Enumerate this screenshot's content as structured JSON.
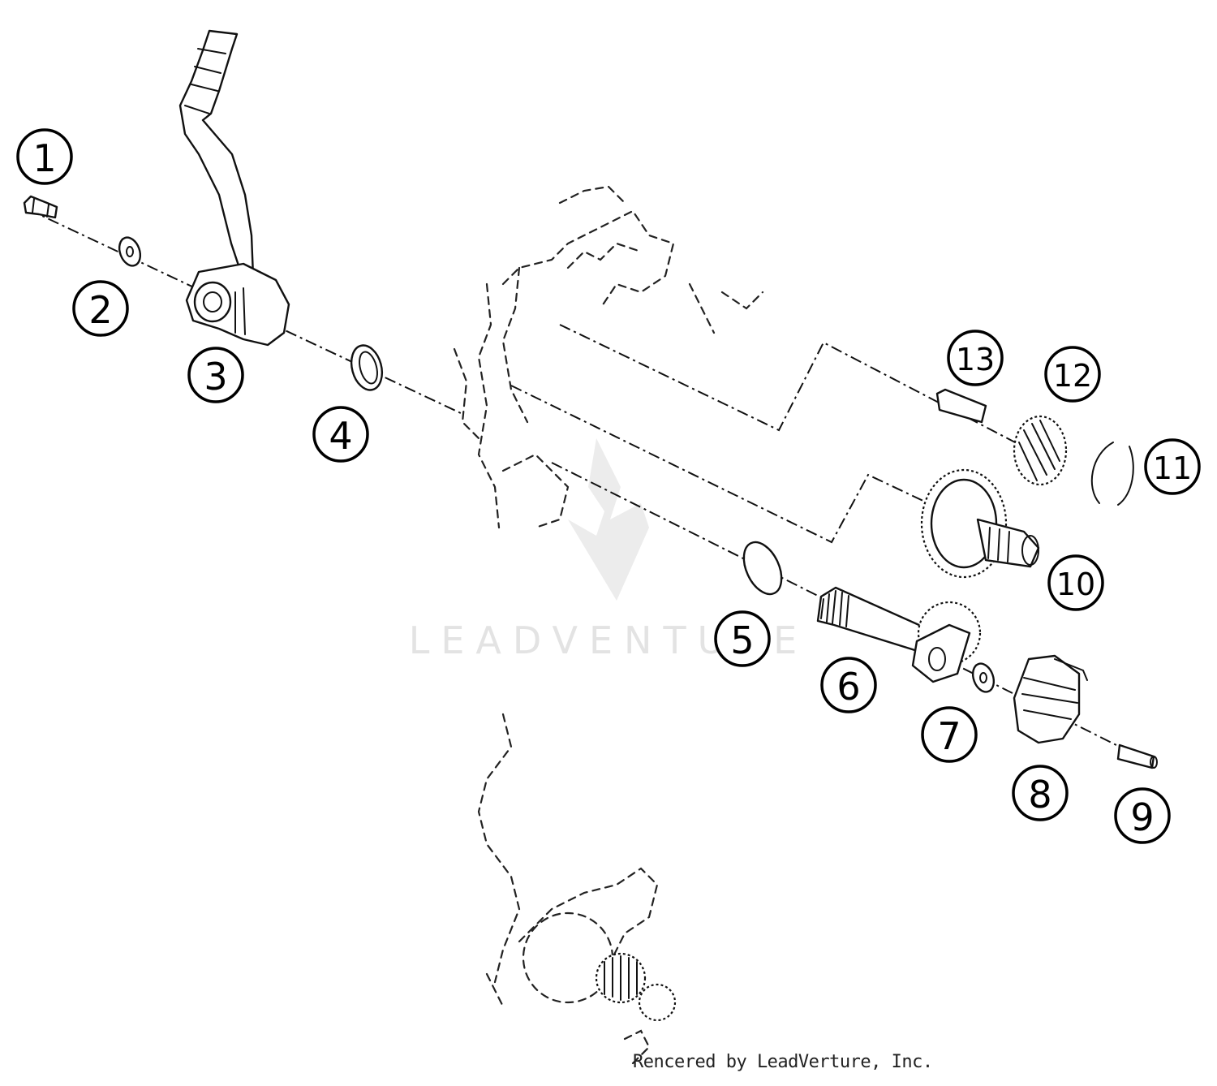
{
  "watermark": {
    "brand": "LEADVENTURE"
  },
  "credit": "Rencered by LeadVerture, Inc.",
  "callouts": [
    {
      "number": "1"
    },
    {
      "number": "2"
    },
    {
      "number": "3"
    },
    {
      "number": "4"
    },
    {
      "number": "5"
    },
    {
      "number": "6"
    },
    {
      "number": "7"
    },
    {
      "number": "8"
    },
    {
      "number": "9"
    },
    {
      "number": "10"
    },
    {
      "number": "11"
    },
    {
      "number": "12"
    },
    {
      "number": "13"
    }
  ]
}
